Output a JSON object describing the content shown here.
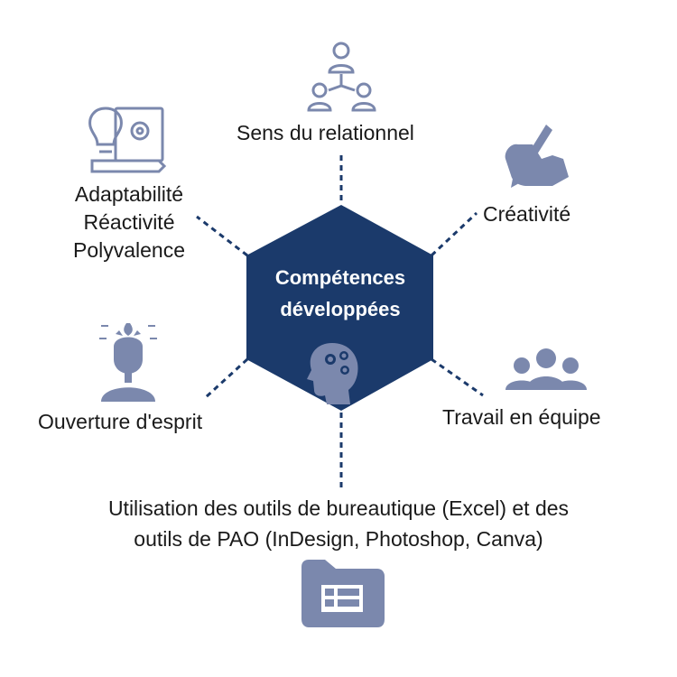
{
  "center": {
    "title_line1": "Compétences",
    "title_line2": "développées",
    "icon": "head-gears-icon"
  },
  "competences": [
    {
      "label": "Sens du relationnel",
      "icon": "people-network-icon"
    },
    {
      "label": "Créativité",
      "icon": "hand-pencil-icon"
    },
    {
      "label": "Travail en équipe",
      "icon": "team-icon"
    },
    {
      "label": "Utilisation des outils de bureautique (Excel) et des",
      "label_line2": "outils de PAO (InDesign, Photoshop, Canva)",
      "icon": "folder-spreadsheet-icon"
    },
    {
      "label": "Ouverture d'esprit",
      "icon": "open-mind-person-icon"
    },
    {
      "label": "Adaptabilité",
      "label_line2": "Réactivité",
      "label_line3": "Polyvalence",
      "icon": "lightbulb-gear-icon"
    }
  ],
  "colors": {
    "hexagon": "#1b3a6b",
    "icon": "#7b88ad",
    "connector": "#1b3a6b"
  }
}
